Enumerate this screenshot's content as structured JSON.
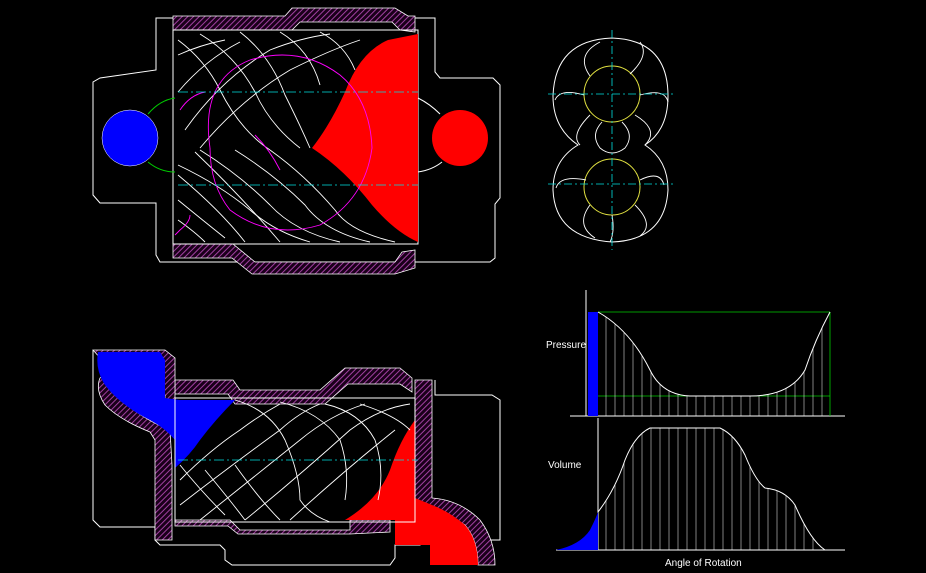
{
  "colors": {
    "background": "#000000",
    "outline": "#ffffff",
    "hatch": "#a040a0",
    "suction": "#0000ff",
    "discharge": "#ff0000",
    "centerline": "#00e0e0",
    "magenta": "#ff00ff",
    "green": "#00cc00",
    "yellow": "#e0e040"
  },
  "graphs": {
    "pressure_label": "Pressure",
    "volume_label": "Volume",
    "x_axis_label": "Angle  of  Rotation"
  }
}
